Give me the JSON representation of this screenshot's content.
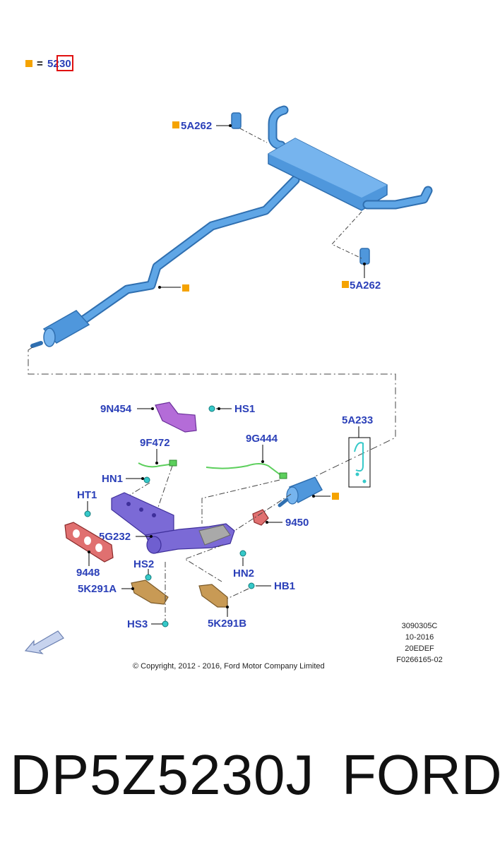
{
  "legend": {
    "equals": "=",
    "part_prefix": "52",
    "part_highlight": "30"
  },
  "labels": {
    "muffler_hanger_top": "5A262",
    "muffler_hanger_bottom": "5A262",
    "heat_shield_upper": "9N454",
    "bolt_hs1": "HS1",
    "sensor_front": "9F472",
    "sensor_rear": "9G444",
    "catalyst_bracket": "5A233",
    "nut_hn1": "HN1",
    "stud_ht1": "HT1",
    "gasket_9450": "9450",
    "manifold": "5G232",
    "bolt_hs2": "HS2",
    "gasket_9448": "9448",
    "shield_5k291a": "5K291A",
    "nut_hn2": "HN2",
    "bolt_hb1": "HB1",
    "bolt_hs3": "HS3",
    "shield_5k291b": "5K291B"
  },
  "meta": {
    "line1": "3090305C",
    "line2": "10-2016",
    "line3": "20EDEF",
    "line4": "F0266165-02"
  },
  "copyright": "© Copyright, 2012 - 2016, Ford Motor Company Limited",
  "footer": {
    "part_number": "DP5Z5230J",
    "brand": "FORD"
  },
  "colors": {
    "label": "#2a3fb8",
    "pipe": "#4f97dc",
    "pipe_dark": "#2f6fb0",
    "marker": "#f5a300",
    "highlight_box": "#e01010",
    "manifold": "#6f5fd0",
    "shield": "#c89a55",
    "gasket": "#e07070",
    "sensor": "#5ccf5c",
    "fastener": "#36c9c9",
    "heat_shield_upper": "#b46cd8"
  },
  "icons": [
    "orange-square-marker",
    "direction-arrow-icon"
  ]
}
